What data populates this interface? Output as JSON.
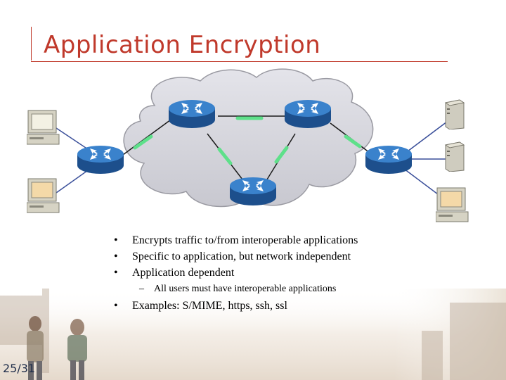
{
  "slide": {
    "title": "Application Encryption",
    "page_number": "25/31"
  },
  "bullets": [
    {
      "level": 1,
      "text": "Encrypts traffic to/from interoperable applications"
    },
    {
      "level": 1,
      "text": "Specific to application, but network independent"
    },
    {
      "level": 1,
      "text": "Application dependent"
    },
    {
      "level": 2,
      "text": "All users must have interoperable applications"
    },
    {
      "level": 1,
      "text": "Examples: S/MIME, https, ssh, ssl"
    }
  ],
  "colors": {
    "title": "#c0392b",
    "cloud": "#d6d6dc",
    "router": "#2f6fb4",
    "encrypted_link": "#5ee08a",
    "access_link": "#3a4f9a"
  },
  "diagram": {
    "nodes": [
      {
        "id": "router-top-left",
        "kind": "router-icon"
      },
      {
        "id": "router-top-right",
        "kind": "router-icon"
      },
      {
        "id": "router-left",
        "kind": "router-icon"
      },
      {
        "id": "router-right",
        "kind": "router-icon"
      },
      {
        "id": "router-bottom",
        "kind": "router-icon"
      },
      {
        "id": "client-top-left",
        "kind": "computer-icon"
      },
      {
        "id": "client-bottom-left",
        "kind": "computer-icon"
      },
      {
        "id": "server-top-right",
        "kind": "server-icon"
      },
      {
        "id": "server-middle-right",
        "kind": "server-icon"
      },
      {
        "id": "client-bottom-right",
        "kind": "computer-icon"
      }
    ]
  }
}
